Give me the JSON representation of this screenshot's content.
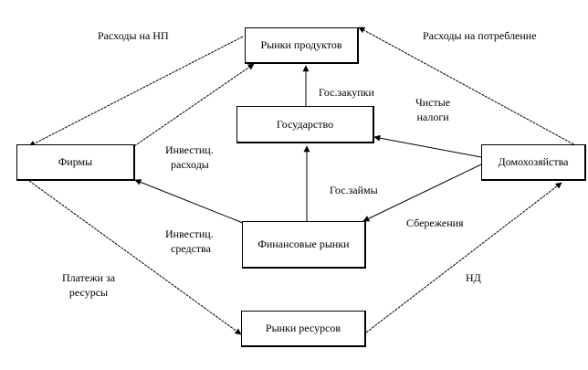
{
  "nodes": {
    "product_markets": "Рынки продуктов",
    "government": "Государство",
    "firms": "Фирмы",
    "households": "Домохозяйства",
    "financial_markets": "Финансовые рынки",
    "resource_markets": "Рынки ресурсов"
  },
  "edge_labels": {
    "firm_expenses": "Расходы на НП",
    "consumer_spending": "Расходы на потребление",
    "gov_purchases": "Гос.закупки",
    "net_taxes": [
      "Чистые",
      "налоги"
    ],
    "invest_expenses": [
      "Инвестиц.",
      "расходы"
    ],
    "gov_loans": "Гос.займы",
    "invest_funds": [
      "Инвестиц.",
      "средства"
    ],
    "savings": "Сбережения",
    "resource_payments": [
      "Платежи за",
      "ресурсы"
    ],
    "national_income": "НД"
  },
  "colors": {
    "line": "#000000",
    "background": "#ffffff"
  }
}
